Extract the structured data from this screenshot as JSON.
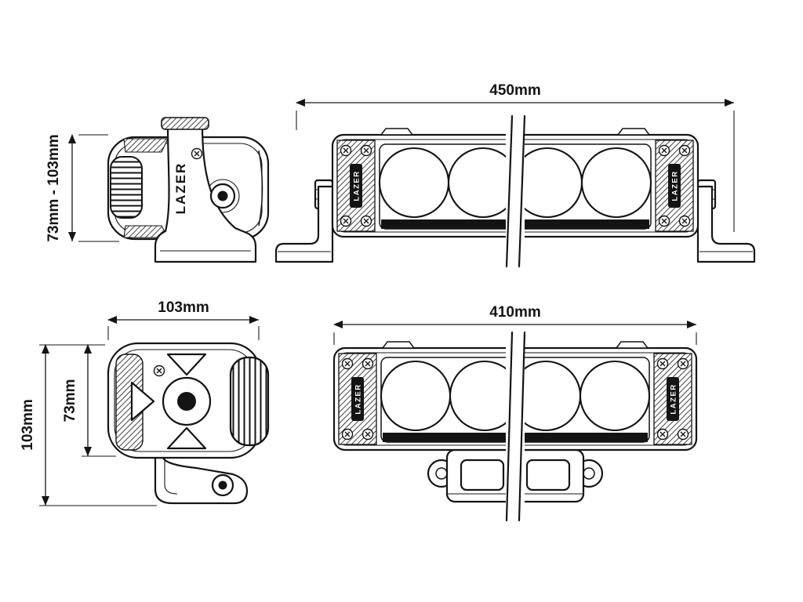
{
  "colors": {
    "background": "#ffffff",
    "ink": "#141414"
  },
  "brand": {
    "logo": "LAZER"
  },
  "dimensions": {
    "side_height_range": "73mm - 103mm",
    "front_width_450": "450mm",
    "plan_width": "103mm",
    "plan_body_height": "73mm",
    "plan_overall_height": "103mm",
    "front_width_410": "410mm"
  }
}
